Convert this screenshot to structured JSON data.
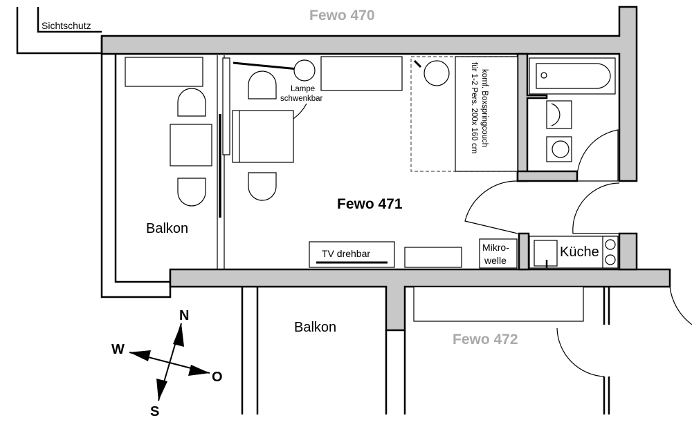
{
  "labels": {
    "sichtschutz": "Sichtschutz",
    "fewo_470": "Fewo 470",
    "fewo_471": "Fewo 471",
    "fewo_472": "Fewo 472",
    "balkon_main": "Balkon",
    "balkon_lower": "Balkon",
    "lampe_line1": "Lampe",
    "lampe_line2": "schwenkbar",
    "couch_line1": "komf. Boxspringcouch",
    "couch_line2": "für 1-2 Pers. 200x 160 cm",
    "tv": "TV drehbar",
    "mikro_line1": "Mikro-",
    "mikro_line2": "welle",
    "kueche": "Küche"
  },
  "compass": {
    "north": "N",
    "south": "S",
    "west": "W",
    "east": "O"
  },
  "colors": {
    "wall": "#c8c8c8",
    "neighbor_label": "#aaaaaa"
  }
}
